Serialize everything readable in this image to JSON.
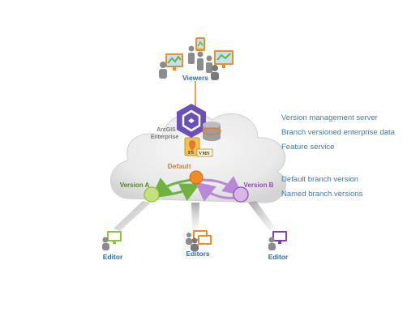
{
  "labels": {
    "viewers": "Viewers",
    "enterprise_line1": "ArcGIS",
    "enterprise_line2": "Enterprise",
    "default": "Default",
    "version_a": "Version A",
    "version_b": "Version B",
    "editor_left": "Editor",
    "editors_center": "Editors",
    "editor_right": "Editor",
    "fs_badge": "FS",
    "vms_badge": "VMS"
  },
  "legend": {
    "version_management_server": "Version management server",
    "branch_versioned_data": "Branch versioned enterprise data",
    "feature_service": "Feature service",
    "default_branch_version": "Default branch version",
    "named_branch_versions": "Named branch versions"
  },
  "colors": {
    "default": "#f28c28",
    "version_a": "#a6d34a",
    "version_b": "#b57ad0",
    "arrow_a": "#6db33f",
    "arrow_b": "#b887d6",
    "label_blue": "#1f6fb8",
    "legend_blue": "#2f7fbf",
    "portal": "#6b4fbb"
  },
  "icons": {
    "portal": "arcgis-enterprise-hexagon-icon",
    "database": "database-cylinder-icon",
    "feature_service": "feature-service-icon",
    "viewers": "viewers-group-icon",
    "editor_left": "editor-green-monitor-icon",
    "editors_center": "editors-orange-monitor-icon",
    "editor_right": "editor-purple-monitor-icon"
  }
}
